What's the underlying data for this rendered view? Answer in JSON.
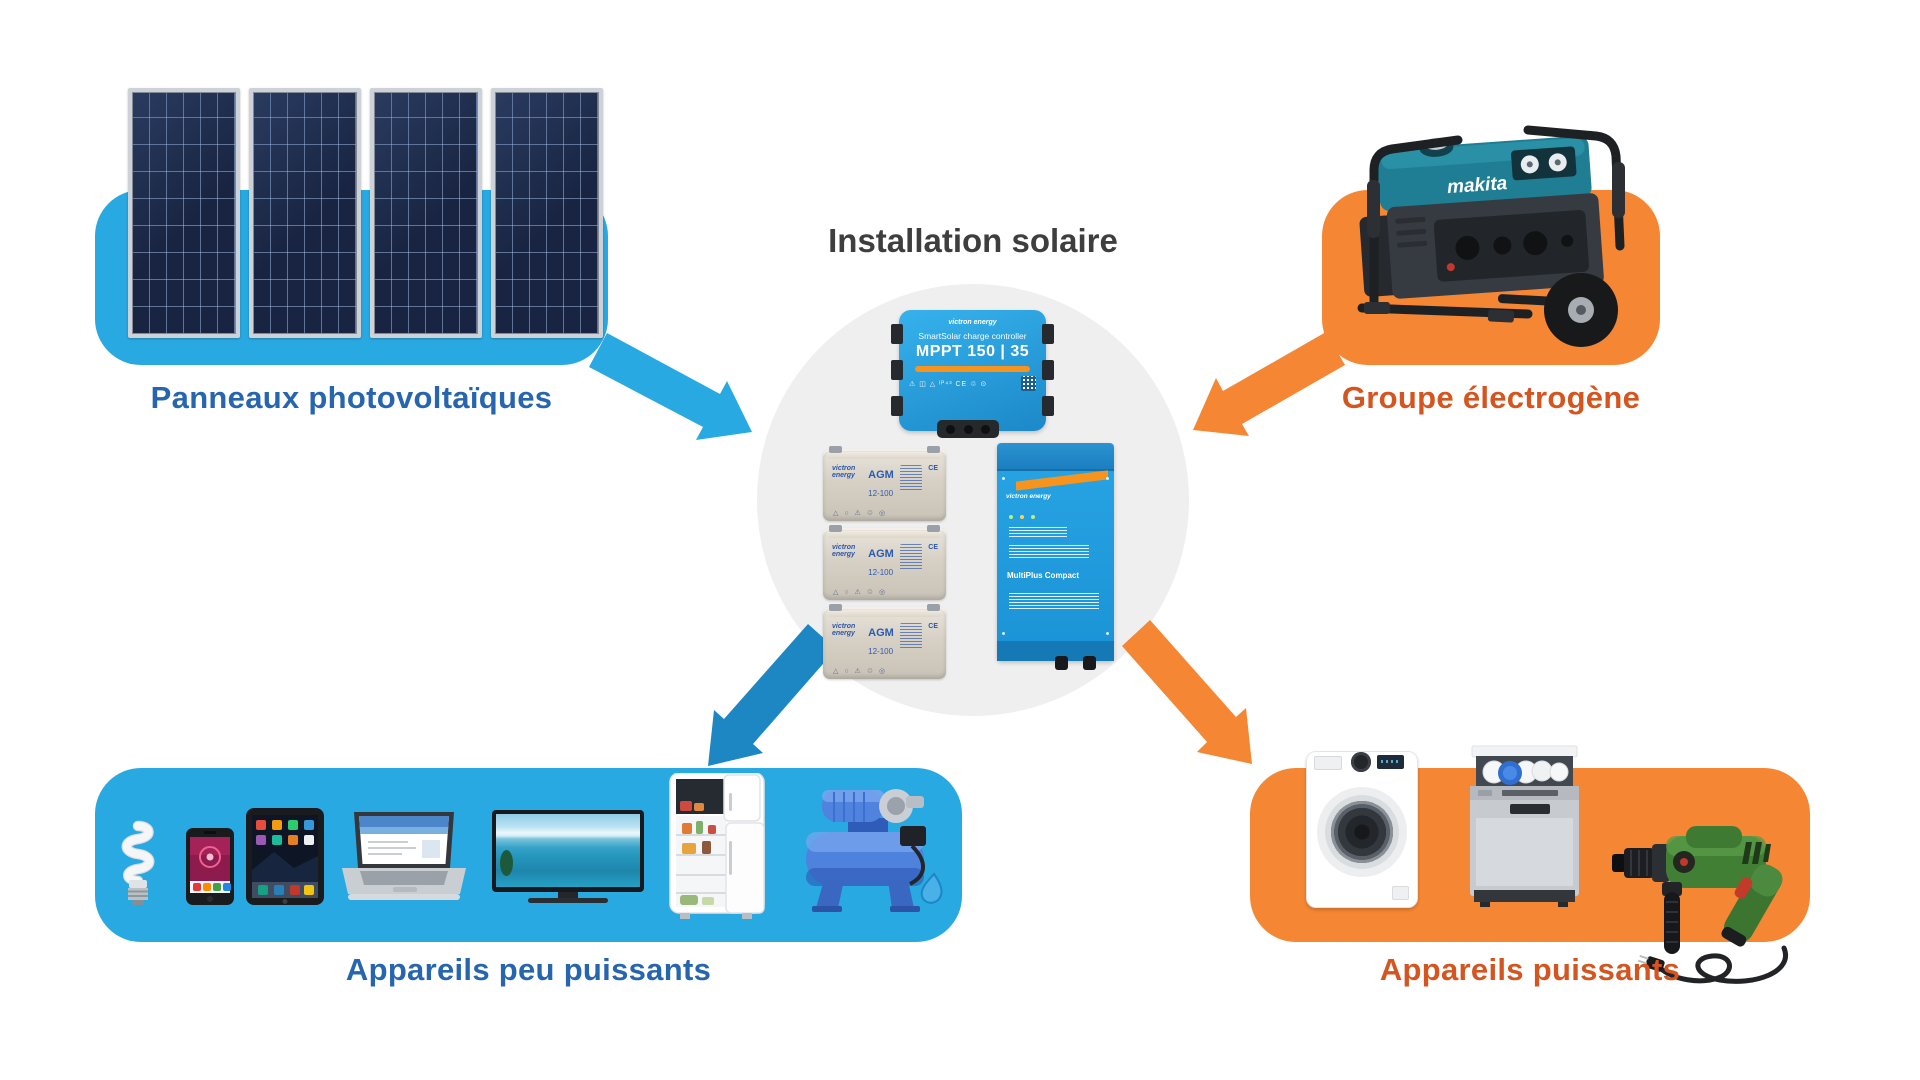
{
  "title": "Installation solaire",
  "colors": {
    "blue": "#29A9E1",
    "blue_arrow_dark": "#1D87C4",
    "blue_label": "#2766AE",
    "orange": "#F58634",
    "orange_label": "#D4551F",
    "title_color": "#3E3E3E",
    "circle_bg": "#EFEFEF"
  },
  "solar": {
    "label": "Panneaux photovoltaïques",
    "panel_count": 4
  },
  "generator": {
    "label": "Groupe électrogène",
    "brand": "makita"
  },
  "installation": {
    "victron_brand": "victron energy",
    "controller": {
      "line1": "SmartSolar charge controller",
      "line2": "MPPT 150 | 35"
    },
    "battery": {
      "type": "AGM",
      "model": "12-100",
      "count": 3
    },
    "inverter": {
      "name": "MultiPlus Compact"
    }
  },
  "low_power": {
    "label": "Appareils peu puissants",
    "items": [
      "cfl-bulb",
      "smartphone",
      "tablet",
      "laptop",
      "tv",
      "fridge",
      "water-pump"
    ]
  },
  "high_power": {
    "label": "Appareils puissants",
    "items": [
      "washing-machine",
      "dishwasher",
      "hammer-drill"
    ]
  }
}
